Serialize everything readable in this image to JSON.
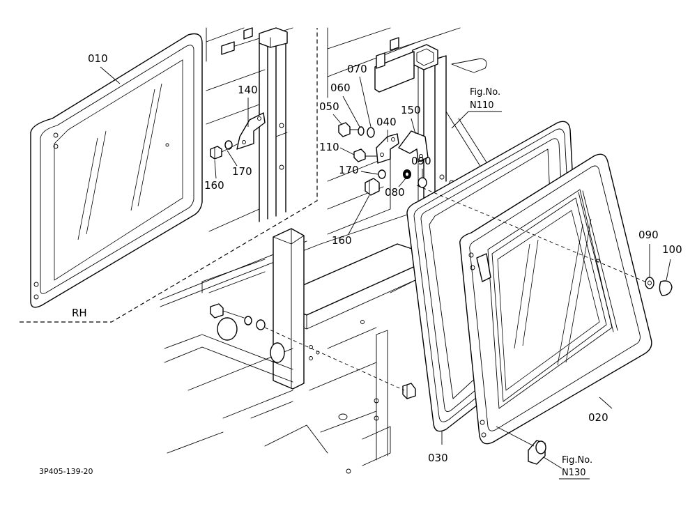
{
  "diagram": {
    "drawing_code": "3P405-139-20",
    "side_label": "RH",
    "parts": {
      "p010": "010",
      "p020": "020",
      "p030": "030",
      "p040": "040",
      "p050": "050",
      "p060": "060",
      "p070": "070",
      "p080": "080",
      "p090a": "090",
      "p090b": "090",
      "p100": "100",
      "p110": "110",
      "p140": "140",
      "p150": "150",
      "p160a": "160",
      "p160b": "160",
      "p170a": "170",
      "p170b": "170"
    },
    "fig_refs": {
      "n110": {
        "label": "Fig.No.",
        "number": "N110"
      },
      "n130": {
        "label": "Fig.No.",
        "number": "N130"
      }
    }
  }
}
